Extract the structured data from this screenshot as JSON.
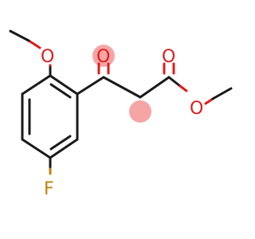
{
  "molecule": {
    "atoms": {
      "methoxy_oxygen": "O",
      "ketone_oxygen": "O",
      "ester_carbonyl_oxygen": "O",
      "ester_oxygen": "O",
      "fluorine": "F"
    },
    "colors": {
      "bond": "#1a1a1a",
      "oxygen": "#e01b1b",
      "fluorine": "#b8860b",
      "highlight": "#f59595"
    }
  }
}
